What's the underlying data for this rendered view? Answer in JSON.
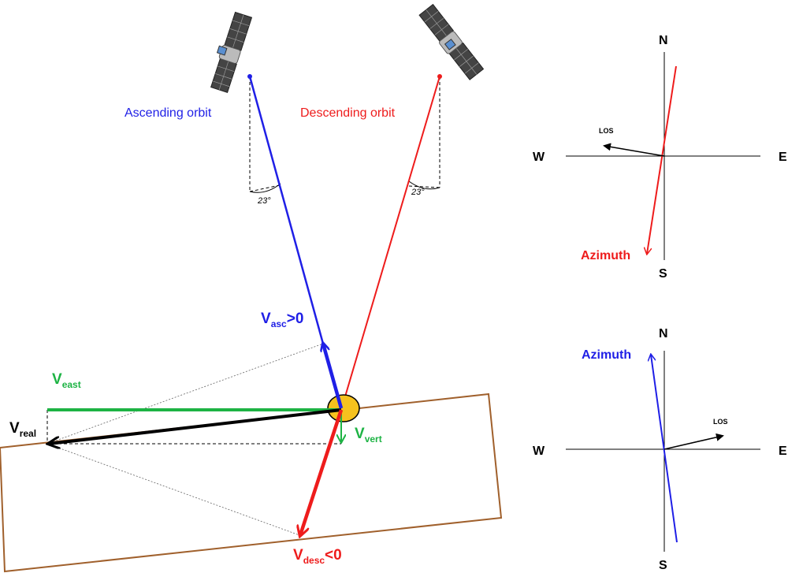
{
  "colors": {
    "ascending": "#1f1fe6",
    "descending": "#ee1c1c",
    "green": "#1db344",
    "ground": "#a0602c",
    "target": "#f6c21e",
    "black": "#000000"
  },
  "orbits": {
    "ascending_label": "Ascending orbit",
    "descending_label": "Descending orbit",
    "ascending_angle": "23°",
    "descending_angle": "23°"
  },
  "vectors": {
    "v_asc": {
      "main": "V",
      "sub": "asc",
      "suffix": ">0"
    },
    "v_desc": {
      "main": "V",
      "sub": "desc",
      "suffix": "<0"
    },
    "v_east": {
      "main": "V",
      "sub": "east"
    },
    "v_vert": {
      "main": "V",
      "sub": "vert"
    },
    "v_real": {
      "main": "V",
      "sub": "real"
    }
  },
  "compass_top": {
    "north": "N",
    "south": "S",
    "west": "W",
    "east": "E",
    "los_label": "LOS",
    "azimuth_label": "Azimuth",
    "azimuth_color": "#ee1c1c"
  },
  "compass_bottom": {
    "north": "N",
    "south": "S",
    "west": "W",
    "east": "E",
    "los_label": "LOS",
    "azimuth_label": "Azimuth",
    "azimuth_color": "#1f1fe6"
  },
  "icons": {
    "satellite_left": "satellite-icon",
    "satellite_right": "satellite-icon"
  }
}
